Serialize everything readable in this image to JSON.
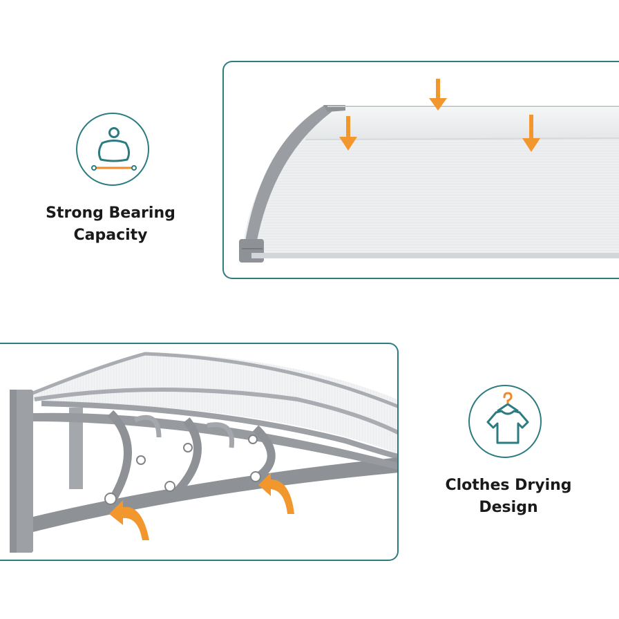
{
  "features": [
    {
      "line1": "Strong Bearing",
      "line2": "Capacity",
      "icon": "weight-icon"
    },
    {
      "line1": "Clothes Drying",
      "line2": "Design",
      "icon": "shirt-hanger-icon"
    }
  ],
  "colors": {
    "frame_teal": "#2b7b80",
    "icon_orange": "#f0892a",
    "arrow_orange": "#f2962e",
    "bracket_gray": "#8e9196",
    "panel_sheet": "#e9ebec"
  }
}
